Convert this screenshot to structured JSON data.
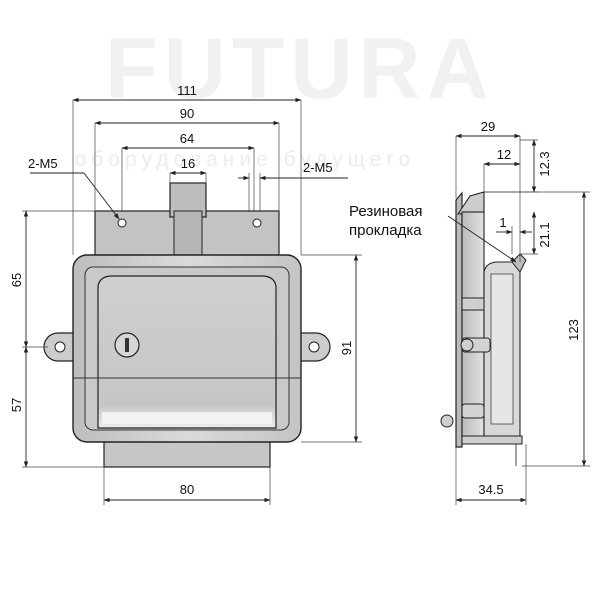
{
  "watermark": {
    "brand": "FUTURA",
    "tagline": "оборудование будущего"
  },
  "dimensions": {
    "overall_width": "111",
    "hole_spacing": "90",
    "slot_width": "64",
    "tongue_width": "16",
    "thread_left": "2-M5",
    "thread_right": "2-M5",
    "upper_height": "65",
    "lower_height": "57",
    "body_height": "91",
    "bottom_width": "80",
    "side_depth_top": "29",
    "side_offset": "12",
    "side_top_height": "12.3",
    "gasket_gap": "1",
    "side_flange_height": "21.1",
    "side_total_height": "123",
    "side_total_depth": "34.5"
  },
  "callouts": {
    "gasket_line1": "Резиновая",
    "gasket_line2": "прокладка"
  },
  "colors": {
    "line": "#222222",
    "body_fill": "#cfcfcf",
    "body_shade": "#bdbdbd",
    "highlight": "#f2f2f2",
    "watermark": "#f1f1f1"
  }
}
